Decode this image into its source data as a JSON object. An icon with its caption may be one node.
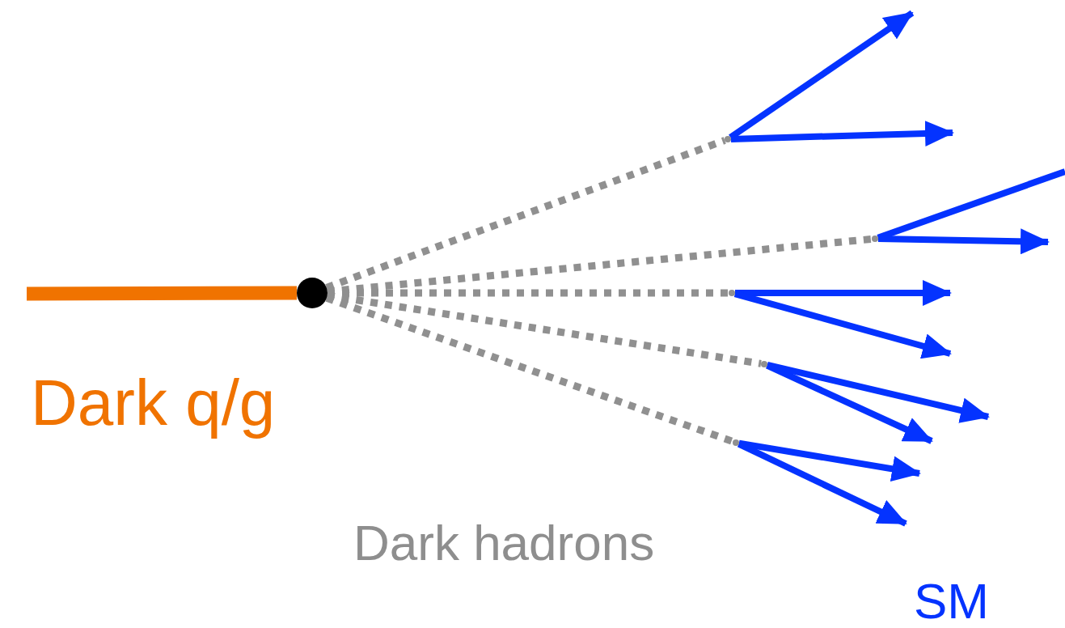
{
  "diagram": {
    "nodes": [
      {
        "text": [],
        "shape": "circle"
      },
      {
        "text": [],
        "shape": "dot"
      },
      {
        "text": [],
        "shape": "dot"
      },
      {
        "text": [],
        "shape": "dot"
      },
      {
        "text": [],
        "shape": "dot"
      },
      {
        "text": [],
        "shape": "dot"
      }
    ],
    "edges": [
      {
        "from": null,
        "to": 0,
        "arrow": "none",
        "style": "thick",
        "color": "#f07300"
      },
      {
        "from": 0,
        "to": 1,
        "arrow": "none",
        "style": "dashed",
        "color": "#909090"
      },
      {
        "from": 0,
        "to": 2,
        "arrow": "none",
        "style": "dashed",
        "color": "#909090"
      },
      {
        "from": 0,
        "to": 3,
        "arrow": "none",
        "style": "dashed",
        "color": "#909090"
      },
      {
        "from": 0,
        "to": 4,
        "arrow": "none",
        "style": "dashed",
        "color": "#909090"
      },
      {
        "from": 0,
        "to": 5,
        "arrow": "none",
        "style": "dashed",
        "color": "#909090"
      },
      {
        "from": 1,
        "to": null,
        "arrow": "to"
      },
      {
        "from": 1,
        "to": null,
        "arrow": "to"
      },
      {
        "from": 2,
        "to": null,
        "arrow": "none"
      },
      {
        "from": 2,
        "to": null,
        "arrow": "to"
      },
      {
        "from": 3,
        "to": null,
        "arrow": "to"
      },
      {
        "from": 3,
        "to": null,
        "arrow": "to"
      },
      {
        "from": 4,
        "to": null,
        "arrow": "to"
      },
      {
        "from": 4,
        "to": null,
        "arrow": "to"
      },
      {
        "from": 5,
        "to": null,
        "arrow": "to"
      },
      {
        "from": 5,
        "to": null,
        "arrow": "to"
      }
    ],
    "labels": [
      "Dark q/g",
      "Dark hadrons",
      "SM"
    ]
  }
}
